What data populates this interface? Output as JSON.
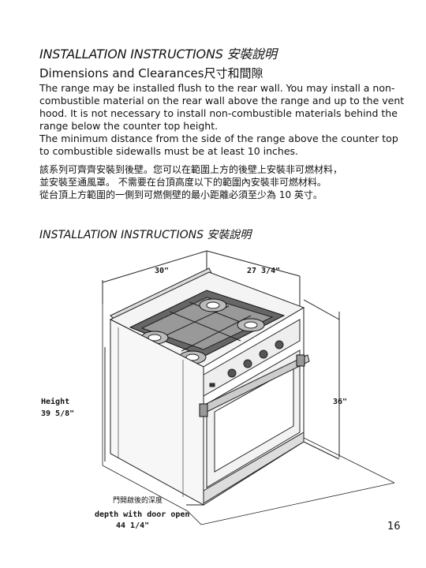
{
  "title": "INSTALLATION INSTRUCTIONS  安裝說明",
  "subtitle": "Dimensions and Clearances尺寸和間隙",
  "paragraphs": [
    "The range may be installed flush to the rear wall. You may install a non-combustible material on the rear wall above the range and up to the vent hood. It is not necessary to install non-combustible materials behind the range below the counter top height.",
    "The minimum distance from the side of the range above the counter top to combustible sidewalls must be at least 10 inches."
  ],
  "chinese_lines": [
    "該系列可齊齊安裝到後壁。您可以在範圍上方的後壁上安裝非可燃材料，",
    "並安裝至通風罩。 不需要在台頂高度以下的範圍內安裝非可燃材料。",
    "從台頂上方範圍的一側到可燃側壁的最小距離必須至少為 10 英寸。"
  ],
  "section_title": "INSTALLATION INSTRUCTIONS  安裝說明",
  "dimensions": {
    "width": "30\"",
    "depth": "27 3/4\"",
    "height_label": "Height",
    "height_value": "39 5/8\"",
    "counter_height": "36\"",
    "door_open_chinese": "門開啟後的深度",
    "door_open_label": "depth with door open",
    "door_open_value": "44 1/4\""
  },
  "page_number": "16"
}
